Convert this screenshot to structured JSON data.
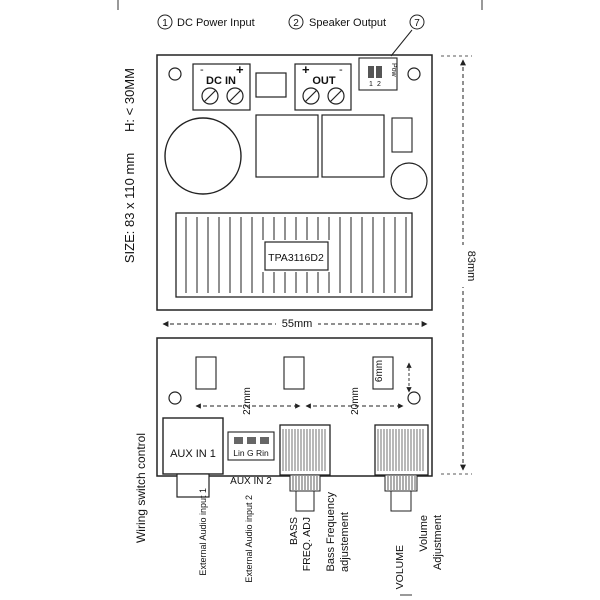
{
  "callouts": {
    "c1": {
      "num": "1",
      "label": "DC Power Input"
    },
    "c2": {
      "num": "2",
      "label": "Speaker Output"
    },
    "c7": {
      "num": "7"
    }
  },
  "board": {
    "dc_in_label": "DC IN",
    "out_label": "OUT",
    "plus": "+",
    "minus": "-",
    "pow_label": "Pow",
    "pow_pins": [
      "1",
      "2"
    ],
    "chip_label": "TPA3116D2"
  },
  "specs": {
    "size": "SIZE:  83 x 110 mm",
    "height": "H:  < 30MM"
  },
  "dimensions": {
    "width": "55mm",
    "height": "83mm",
    "spacing_22": "22mm",
    "spacing_20": "20mm",
    "spacing_6": "6mm"
  },
  "connectors": {
    "aux1": "AUX IN 1",
    "aux2": "AUX IN 2",
    "aux2_pins": "Lin G Rin",
    "wiring_note": "Wiring switch control"
  },
  "labels": {
    "ext1": "External Audio input 1",
    "ext2": "External Audio input 2",
    "bass_1": "BASS",
    "bass_2": "FREQ. ADJ",
    "bassadj_1": "Bass Frequency",
    "bassadj_2": "adjustement",
    "volume": "VOLUME",
    "voladj_1": "Volume",
    "voladj_2": "Adjustment"
  },
  "colors": {
    "line": "#222222",
    "background": "#ffffff"
  }
}
